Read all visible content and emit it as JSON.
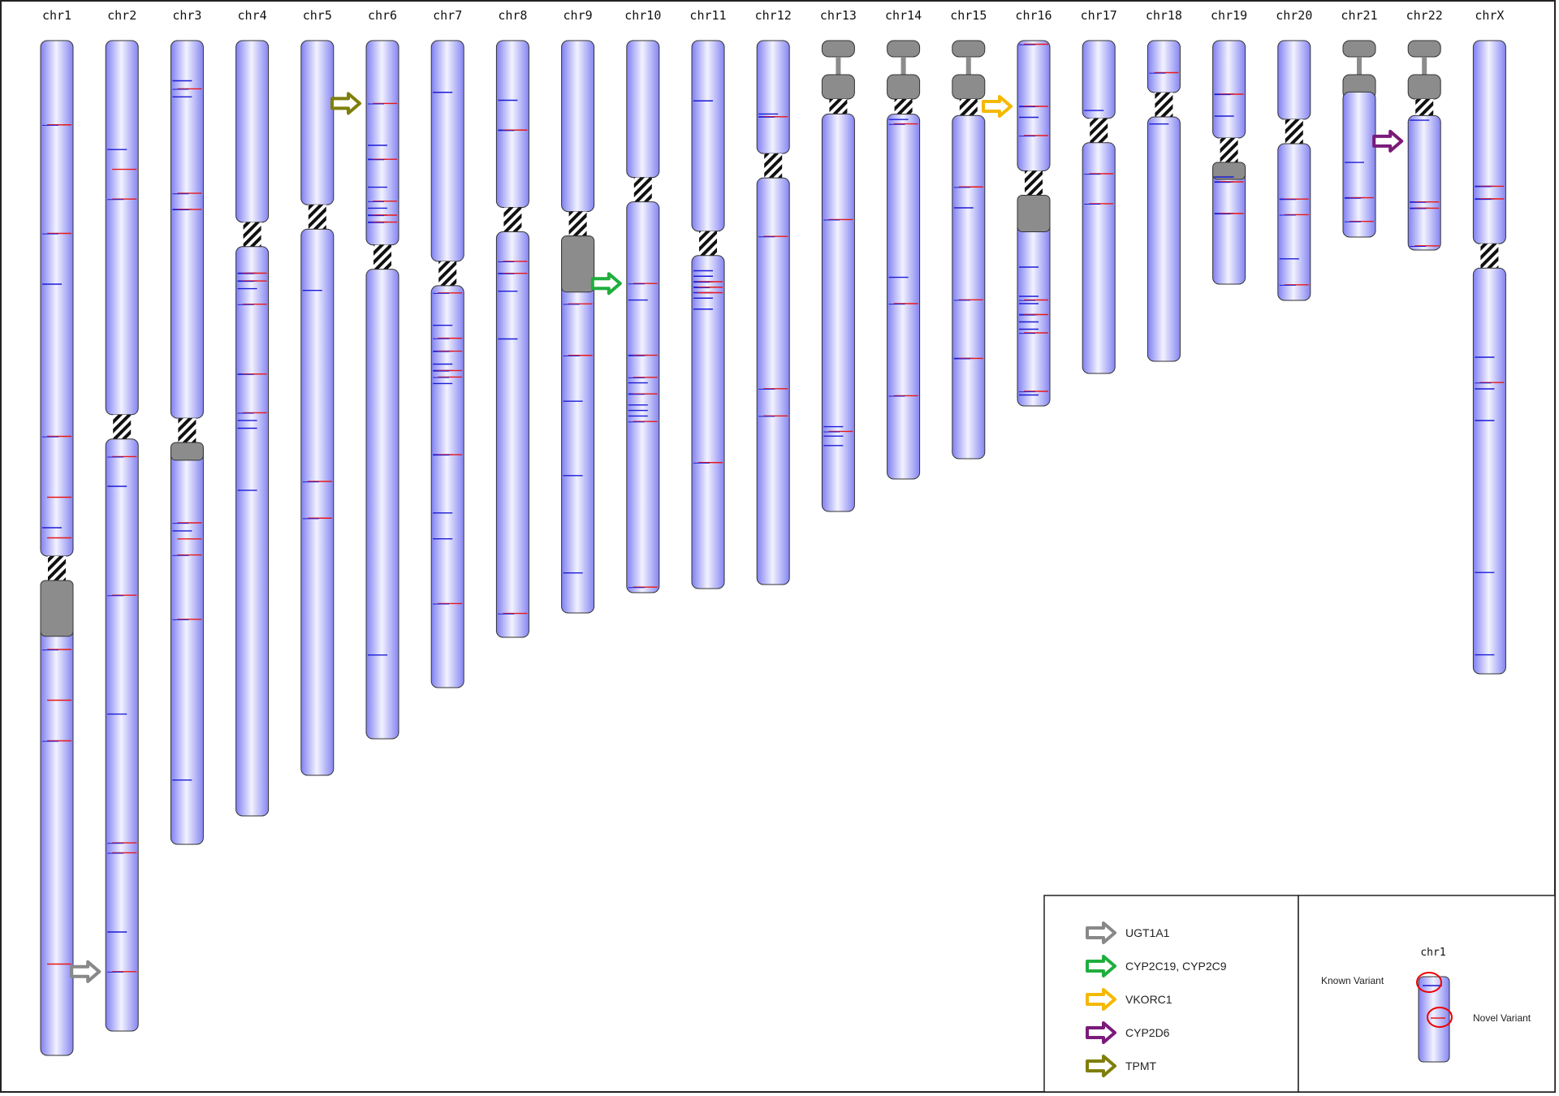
{
  "figure": {
    "chromosomes": [
      {
        "name": "chr1",
        "h": 1250,
        "cen": 0.52,
        "het": 0.055,
        "acro": false,
        "known": [
          0.24,
          0.48
        ],
        "novel": [
          0.083,
          0.19,
          0.39,
          0.45,
          0.49,
          0.6,
          0.65,
          0.69,
          0.91
        ],
        "known_red": [
          0.083,
          0.19,
          0.39,
          0.6,
          0.69
        ]
      },
      {
        "name": "chr2",
        "h": 1220,
        "cen": 0.39,
        "het": 0.0,
        "acro": false,
        "known": [
          0.11,
          0.45,
          0.68,
          0.9
        ],
        "novel": [
          0.13,
          0.16,
          0.42,
          0.56,
          0.81,
          0.82,
          0.94
        ],
        "known_red": [
          0.16,
          0.42,
          0.56,
          0.81,
          0.82,
          0.94
        ]
      },
      {
        "name": "chr3",
        "h": 990,
        "cen": 0.485,
        "het": 0.022,
        "acro": false,
        "known": [
          0.05,
          0.07,
          0.21,
          0.61,
          0.92
        ],
        "novel": [
          0.06,
          0.19,
          0.21,
          0.6,
          0.62,
          0.64,
          0.72
        ],
        "known_red": [
          0.06,
          0.19,
          0.21,
          0.6,
          0.64,
          0.72
        ]
      },
      {
        "name": "chr4",
        "h": 955,
        "cen": 0.25,
        "het": 0.0,
        "acro": false,
        "known": [
          0.3,
          0.31,
          0.32,
          0.43,
          0.49,
          0.5,
          0.58
        ],
        "novel": [
          0.3,
          0.31,
          0.34,
          0.43,
          0.48
        ],
        "known_red": [
          0.3,
          0.31,
          0.34,
          0.43,
          0.48
        ]
      },
      {
        "name": "chr5",
        "h": 905,
        "cen": 0.24,
        "het": 0.0,
        "acro": false,
        "known": [
          0.34
        ],
        "novel": [
          0.6,
          0.65
        ],
        "known_red": [
          0.6,
          0.65
        ]
      },
      {
        "name": "chr6",
        "h": 860,
        "cen": 0.31,
        "het": 0.0,
        "acro": false,
        "known": [
          0.15,
          0.17,
          0.21,
          0.24,
          0.25,
          0.26,
          0.88
        ],
        "novel": [
          0.09,
          0.17,
          0.23,
          0.25,
          0.26
        ],
        "known_red": [
          0.09,
          0.17,
          0.23,
          0.25,
          0.26
        ]
      },
      {
        "name": "chr7",
        "h": 797,
        "cen": 0.36,
        "het": 0.0,
        "acro": false,
        "known": [
          0.08,
          0.44,
          0.48,
          0.5,
          0.51,
          0.53,
          0.64,
          0.73,
          0.77
        ],
        "novel": [
          0.39,
          0.46,
          0.48,
          0.51,
          0.52,
          0.64,
          0.87
        ],
        "known_red": [
          0.39,
          0.46,
          0.48,
          0.51,
          0.52,
          0.64,
          0.87
        ]
      },
      {
        "name": "chr8",
        "h": 735,
        "cen": 0.3,
        "het": 0.0,
        "acro": false,
        "known": [
          0.1,
          0.15,
          0.39,
          0.42,
          0.5
        ],
        "novel": [
          0.15,
          0.37,
          0.39,
          0.96
        ],
        "known_red": [
          0.15,
          0.37,
          0.39,
          0.96
        ]
      },
      {
        "name": "chr9",
        "h": 705,
        "cen": 0.32,
        "het": 0.098,
        "acro": false,
        "known": [
          0.63,
          0.76,
          0.93
        ],
        "novel": [
          0.46,
          0.55
        ],
        "known_red": [
          0.46,
          0.55
        ]
      },
      {
        "name": "chr10",
        "h": 680,
        "cen": 0.27,
        "het": 0.0,
        "acro": false,
        "known": [
          0.47,
          0.57,
          0.62,
          0.64,
          0.66,
          0.67,
          0.68
        ],
        "novel": [
          0.44,
          0.57,
          0.61,
          0.64,
          0.69,
          0.99
        ],
        "known_red": [
          0.44,
          0.57,
          0.61,
          0.64,
          0.69,
          0.99
        ]
      },
      {
        "name": "chr11",
        "h": 675,
        "cen": 0.37,
        "het": 0.0,
        "acro": false,
        "known": [
          0.11,
          0.42,
          0.43,
          0.44,
          0.45,
          0.46,
          0.47,
          0.49
        ],
        "novel": [
          0.44,
          0.45,
          0.46,
          0.77
        ],
        "known_red": [
          0.44,
          0.45,
          0.77
        ]
      },
      {
        "name": "chr12",
        "h": 670,
        "cen": 0.23,
        "het": 0.0,
        "acro": false,
        "known": [
          0.14,
          0.135
        ],
        "novel": [
          0.14,
          0.36,
          0.64,
          0.69
        ],
        "known_red": [
          0.14,
          0.36,
          0.64,
          0.69
        ]
      },
      {
        "name": "chr13",
        "h": 580,
        "cen": 0.13,
        "het": 0.0,
        "acro": true,
        "known": [
          0.82,
          0.84,
          0.86
        ],
        "novel": [
          0.38,
          0.83
        ],
        "known_red": [
          0.38,
          0.83
        ]
      },
      {
        "name": "chr14",
        "h": 540,
        "cen": 0.14,
        "het": 0.0,
        "acro": true,
        "known": [
          0.18,
          0.54
        ],
        "novel": [
          0.19,
          0.6,
          0.81
        ],
        "known_red": [
          0.19,
          0.6,
          0.81
        ]
      },
      {
        "name": "chr15",
        "h": 515,
        "cen": 0.15,
        "het": 0.0,
        "acro": true,
        "known": [
          0.4,
          0.76
        ],
        "novel": [
          0.35,
          0.62,
          0.76
        ],
        "known_red": [
          0.35,
          0.62,
          0.76
        ]
      },
      {
        "name": "chr16",
        "h": 450,
        "cen": 0.39,
        "het": 0.1,
        "acro": false,
        "known": [
          0.18,
          0.21,
          0.62,
          0.7,
          0.72,
          0.75,
          0.77,
          0.79,
          0.97
        ],
        "novel": [
          0.01,
          0.18,
          0.26,
          0.71,
          0.75,
          0.8,
          0.96
        ],
        "known_red": [
          0.01,
          0.18,
          0.26,
          0.71,
          0.75,
          0.8,
          0.96
        ]
      },
      {
        "name": "chr17",
        "h": 410,
        "cen": 0.27,
        "het": 0.0,
        "acro": false,
        "known": [
          0.21
        ],
        "novel": [
          0.4,
          0.49
        ],
        "known_red": [
          0.4,
          0.49
        ]
      },
      {
        "name": "chr18",
        "h": 395,
        "cen": 0.2,
        "het": 0.0,
        "acro": false,
        "known": [
          0.26
        ],
        "novel": [
          0.1
        ],
        "known_red": [
          0.1
        ]
      },
      {
        "name": "chr19",
        "h": 300,
        "cen": 0.45,
        "het": 0.07,
        "acro": false,
        "known": [
          0.22,
          0.31,
          0.56,
          0.58,
          0.71
        ],
        "novel": [
          0.22,
          0.58,
          0.71
        ],
        "known_red": [
          0.22,
          0.58,
          0.71
        ]
      },
      {
        "name": "chr20",
        "h": 320,
        "cen": 0.35,
        "het": 0.0,
        "acro": false,
        "known": [
          0.61,
          0.84
        ],
        "novel": [
          0.61,
          0.67,
          0.94
        ],
        "known_red": [
          0.61,
          0.67,
          0.94
        ]
      },
      {
        "name": "chr21",
        "h": 242,
        "cen": 0.2,
        "het": 0.0,
        "acro": true,
        "known": [
          0.62,
          0.8
        ],
        "novel": [
          0.8,
          0.92
        ],
        "known_red": [
          0.8,
          0.92
        ]
      },
      {
        "name": "chr22",
        "h": 258,
        "cen": 0.3,
        "het": 0.0,
        "acro": true,
        "known": [
          0.38,
          0.77,
          0.8
        ],
        "novel": [
          0.77,
          0.8,
          0.98
        ],
        "known_red": [
          0.77,
          0.8,
          0.98
        ]
      },
      {
        "name": "chrX",
        "h": 780,
        "cen": 0.34,
        "het": 0.0,
        "acro": false,
        "known": [
          0.23,
          0.25,
          0.5,
          0.55,
          0.6,
          0.84,
          0.97
        ],
        "novel": [
          0.23,
          0.25,
          0.54
        ],
        "known_red": [
          0.23,
          0.25,
          0.54
        ]
      }
    ],
    "gene_markers": [
      {
        "gene": "UGT1A1",
        "chromosome": "chr2",
        "pos": 0.94,
        "color": "#888888"
      },
      {
        "gene": "CYP2C19, CYP2C9",
        "chromosome": "chr10",
        "pos": 0.44,
        "color": "#1fae3d"
      },
      {
        "gene": "VKORC1",
        "chromosome": "chr16",
        "pos": 0.18,
        "color": "#f5b800"
      },
      {
        "gene": "CYP2D6",
        "chromosome": "chr22",
        "pos": 0.48,
        "color": "#7a1a7a"
      },
      {
        "gene": "TPMT",
        "chromosome": "chr6",
        "pos": 0.09,
        "color": "#7f7f0a"
      }
    ]
  },
  "legend": {
    "genes": [
      {
        "label": "UGT1A1",
        "color": "#888888"
      },
      {
        "label": "CYP2C19, CYP2C9",
        "color": "#1fae3d"
      },
      {
        "label": "VKORC1",
        "color": "#f5b800"
      },
      {
        "label": "CYP2D6",
        "color": "#7a1a7a"
      },
      {
        "label": "TPMT",
        "color": "#7f7f0a"
      }
    ],
    "example": {
      "chromosome_label": "chr1",
      "known_label": "Known Variant",
      "novel_label": "Novel Variant"
    }
  },
  "colors": {
    "chrom_fill_edge": "#8b8bf5",
    "chrom_fill_center": "#f0f0ff",
    "known_variant": "#1c1cd6",
    "novel_variant": "#e81818",
    "heterochromatin": "#8c8c8c",
    "centromere": "#000000"
  }
}
